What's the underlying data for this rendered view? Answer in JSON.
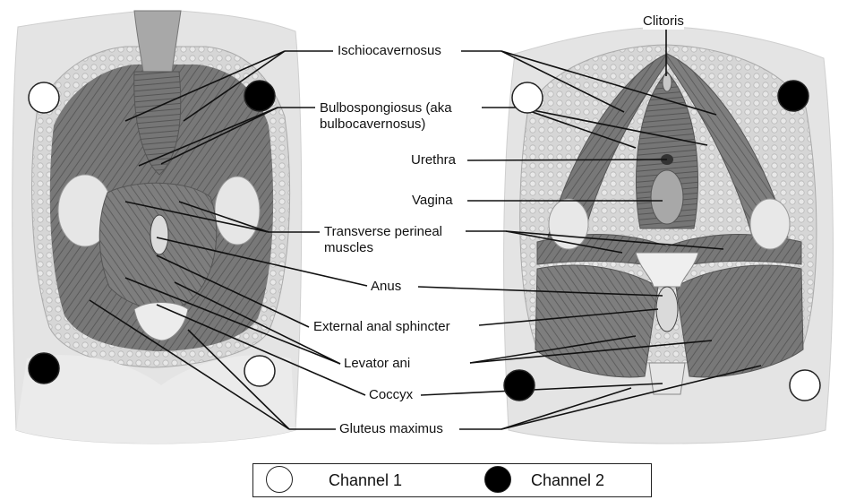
{
  "labels": {
    "clitoris": "Clitoris",
    "ischiocavernosus": "Ischiocavernosus",
    "bulbospongiosus_line1": "Bulbospongiosus (aka",
    "bulbospongiosus_line2": "bulbocavernosus)",
    "urethra": "Urethra",
    "vagina": "Vagina",
    "transverse_line1": "Transverse perineal",
    "transverse_line2": "muscles",
    "anus": "Anus",
    "external_anal_sphincter": "External anal sphincter",
    "levator_ani": "Levator ani",
    "coccyx": "Coccyx",
    "gluteus_maximus": "Gluteus maximus"
  },
  "legend": {
    "channel1": "Channel 1",
    "channel2": "Channel 2",
    "channel1_color": "#ffffff",
    "channel2_color": "#000000"
  },
  "electrodes": [
    {
      "panel": "male",
      "channel": 1
    },
    {
      "panel": "male",
      "channel": 2
    },
    {
      "panel": "male",
      "channel": 2
    },
    {
      "panel": "male",
      "channel": 1
    },
    {
      "panel": "female",
      "channel": 1
    },
    {
      "panel": "female",
      "channel": 2
    },
    {
      "panel": "female",
      "channel": 2
    },
    {
      "panel": "female",
      "channel": 1
    }
  ],
  "colors": {
    "muscle": "#7a7a7a",
    "muscle_dark": "#5e5e5e",
    "skin": "#e6e6e6",
    "fat": "#cfcfcf",
    "tendon": "#ececec"
  }
}
